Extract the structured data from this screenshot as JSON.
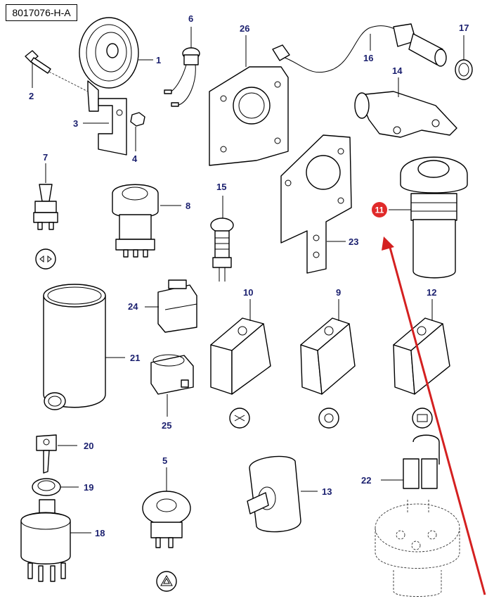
{
  "reference": "8017076-H-A",
  "callouts": [
    {
      "id": "c1",
      "text": "1"
    },
    {
      "id": "c2",
      "text": "2"
    },
    {
      "id": "c3",
      "text": "3"
    },
    {
      "id": "c4",
      "text": "4"
    },
    {
      "id": "c5",
      "text": "5"
    },
    {
      "id": "c6",
      "text": "6"
    },
    {
      "id": "c7",
      "text": "7"
    },
    {
      "id": "c8",
      "text": "8"
    },
    {
      "id": "c9",
      "text": "9"
    },
    {
      "id": "c10",
      "text": "10"
    },
    {
      "id": "c11",
      "text": "11"
    },
    {
      "id": "c12",
      "text": "12"
    },
    {
      "id": "c13",
      "text": "13"
    },
    {
      "id": "c14",
      "text": "14"
    },
    {
      "id": "c15",
      "text": "15"
    },
    {
      "id": "c16",
      "text": "16"
    },
    {
      "id": "c17",
      "text": "17"
    },
    {
      "id": "c18",
      "text": "18"
    },
    {
      "id": "c19",
      "text": "19"
    },
    {
      "id": "c20",
      "text": "20"
    },
    {
      "id": "c21",
      "text": "21"
    },
    {
      "id": "c22",
      "text": "22"
    },
    {
      "id": "c23",
      "text": "23"
    },
    {
      "id": "c24",
      "text": "24"
    },
    {
      "id": "c25",
      "text": "25"
    },
    {
      "id": "c26",
      "text": "26"
    }
  ],
  "highlight": {
    "text": "11",
    "color": "#e02a2a"
  },
  "arrow_color": "#d42020",
  "label_color": "#1a1f6e"
}
